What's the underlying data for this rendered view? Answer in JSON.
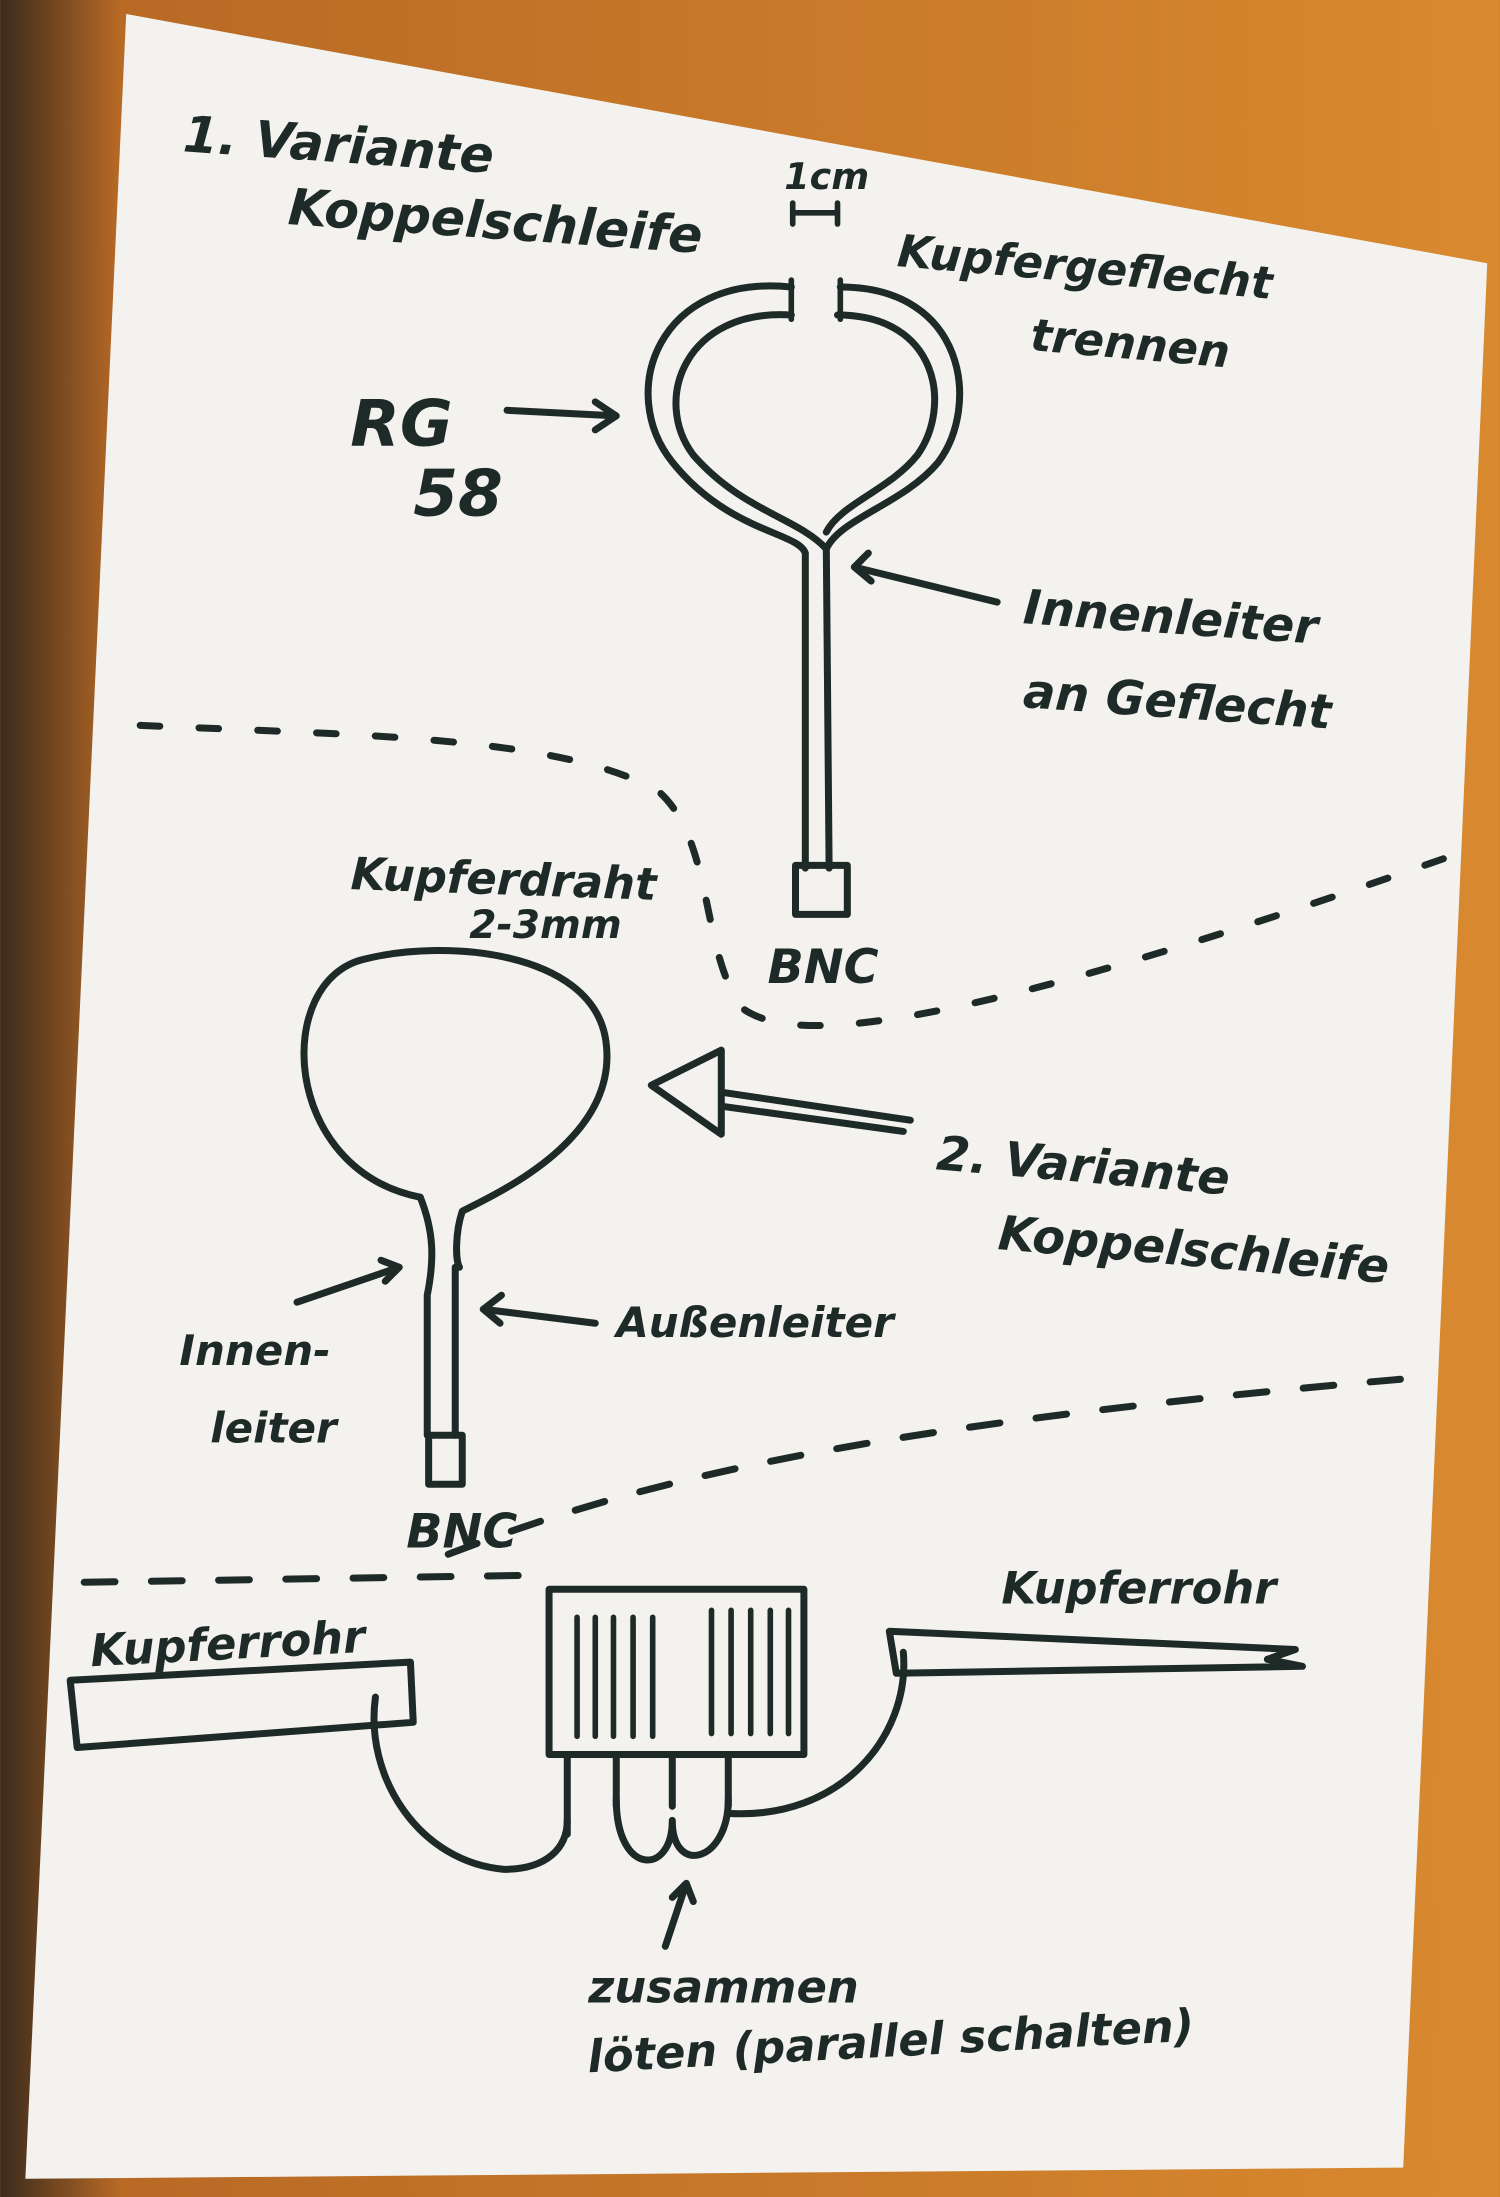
{
  "variant1": {
    "title_line1": "1. Variante",
    "title_line2": "Koppelschleife",
    "gap_label": "1cm",
    "braid_note_line1": "Kupfergeflecht",
    "braid_note_line2": "trennen",
    "cable_line1": "RG",
    "cable_line2": "58",
    "inner_note_line1": "Innenleiter",
    "inner_note_line2": "an Geflecht",
    "connector": "BNC"
  },
  "variant2": {
    "wire_line1": "Kupferdraht",
    "wire_line2": "2-3mm",
    "title_line1": "2. Variante",
    "title_line2": "Koppelschleife",
    "inner_line1": "Innen-",
    "inner_line2": "leiter",
    "outer": "Außenleiter",
    "connector": "BNC"
  },
  "variant3": {
    "pipe_left": "Kupferrohr",
    "pipe_right": "Kupferrohr",
    "note_line1": "zusammen",
    "note_line2": "löten (parallel schalten)"
  },
  "colors": {
    "ink": "#1e2a27",
    "paper": "#f3f2ee",
    "wood": "#c9782a"
  }
}
